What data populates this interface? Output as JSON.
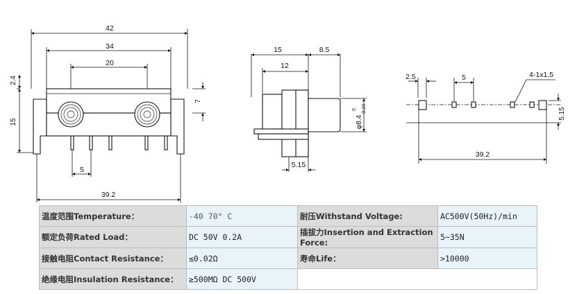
{
  "drawing": {
    "front_view": {
      "dim_overall_width": "42",
      "dim_mid_width": "34",
      "dim_jack_pitch": "20",
      "dim_height_left": "2.4",
      "dim_body_height": "15",
      "dim_right_height": "7",
      "dim_pin_pitch": "5",
      "dim_pin_span": "39.2"
    },
    "side_view": {
      "dim_depth": "15",
      "dim_projection": "8.5",
      "dim_inner": "12",
      "dim_diameter": "φ8.4",
      "dim_tol_upper": "0",
      "dim_tol_lower": "-0.10",
      "dim_plate": "5.15"
    },
    "footprint_view": {
      "dim_edge_offset": "2.5",
      "dim_pin_pitch": "5",
      "dim_hole_callout": "4-1x1.5",
      "dim_row_offset": "5.15",
      "dim_total_span": "39.2"
    }
  },
  "spec_table": {
    "rows": [
      {
        "left_label": "温度范围Temperature：",
        "left_value": "-40    70° C",
        "right_label": "耐压Withstand Voltage:",
        "right_value": "AC500V(50Hz)/min"
      },
      {
        "left_label": "额定负荷Rated Load：",
        "left_value": "DC 50V 0.2A",
        "right_label": "插拔力Insertion and Extraction Force:",
        "right_value": "5~35N"
      },
      {
        "left_label": "接触电阻Contact Resistance：",
        "left_value": "≤0.02Ω",
        "right_label": "寿命Life：",
        "right_value": ">10000"
      },
      {
        "left_label": "绝缘电阻Insulation Resistance：",
        "left_value": "≥500MΩ  DC  500V",
        "right_label": "",
        "right_value": ""
      }
    ]
  }
}
